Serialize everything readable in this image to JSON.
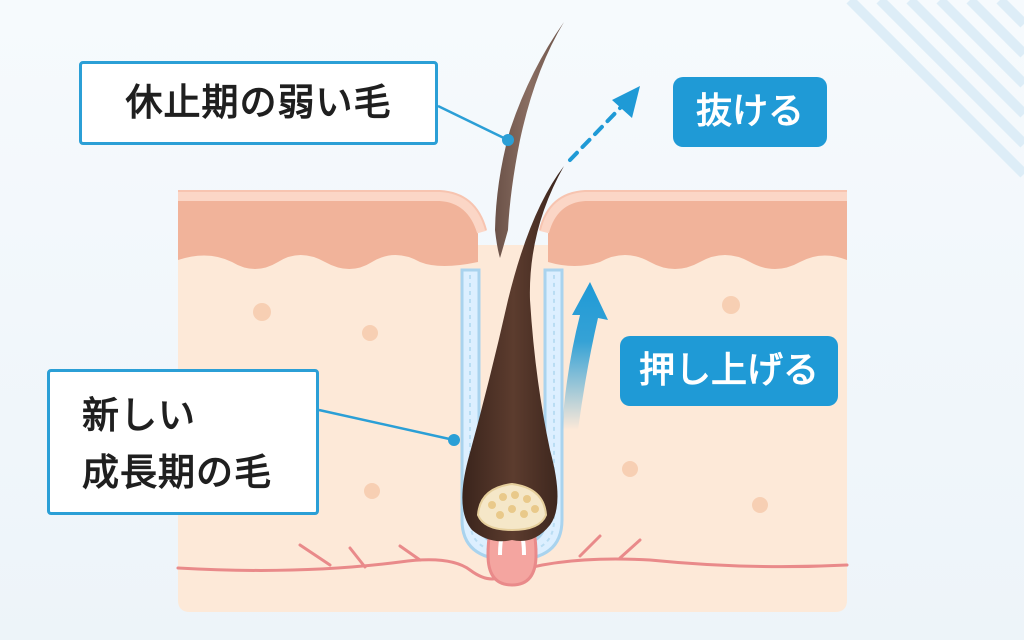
{
  "callouts": {
    "weak_hair": "休止期の弱い毛",
    "new_hair_line1": "新しい",
    "new_hair_line2": "成長期の毛"
  },
  "actions": {
    "falls_out": "抜ける",
    "pushes_up": "押し上げる"
  },
  "colors": {
    "accent_blue": "#2b9fd6",
    "pill_blue": "#1f9ad6",
    "skin_top": "#f1b39a",
    "dermis": "#fde9d8",
    "hair": "#4a3127",
    "follicle_sheath": "#dcefff",
    "vessel": "#e98a8a"
  }
}
